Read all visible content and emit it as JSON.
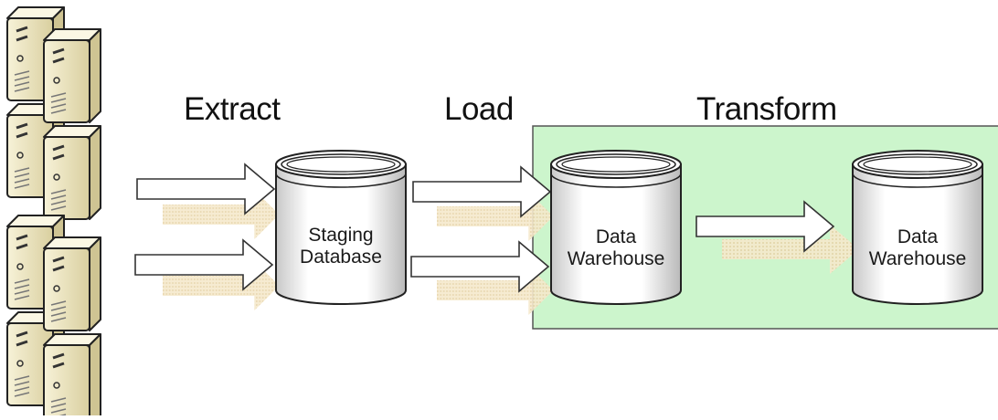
{
  "stages": {
    "extract": "Extract",
    "load": "Load",
    "transform": "Transform"
  },
  "databases": {
    "staging": {
      "line1": "Staging",
      "line2": "Database"
    },
    "warehouse_1": {
      "line1": "Data",
      "line2": "Warehouse"
    },
    "warehouse_2": {
      "line1": "Data",
      "line2": "Warehouse"
    }
  },
  "sources": [
    {
      "name": "source-server-top"
    },
    {
      "name": "source-server-bottom"
    }
  ],
  "icons": {
    "server": "server-stack-icon",
    "database": "database-cylinder-icon",
    "arrow": "right-arrow-icon"
  },
  "colors": {
    "transform_zone_fill": "#ccf5cc",
    "transform_zone_border": "#555555",
    "server_fill": "#ece5c0",
    "arrow_shadow": "#f0e3c2"
  }
}
